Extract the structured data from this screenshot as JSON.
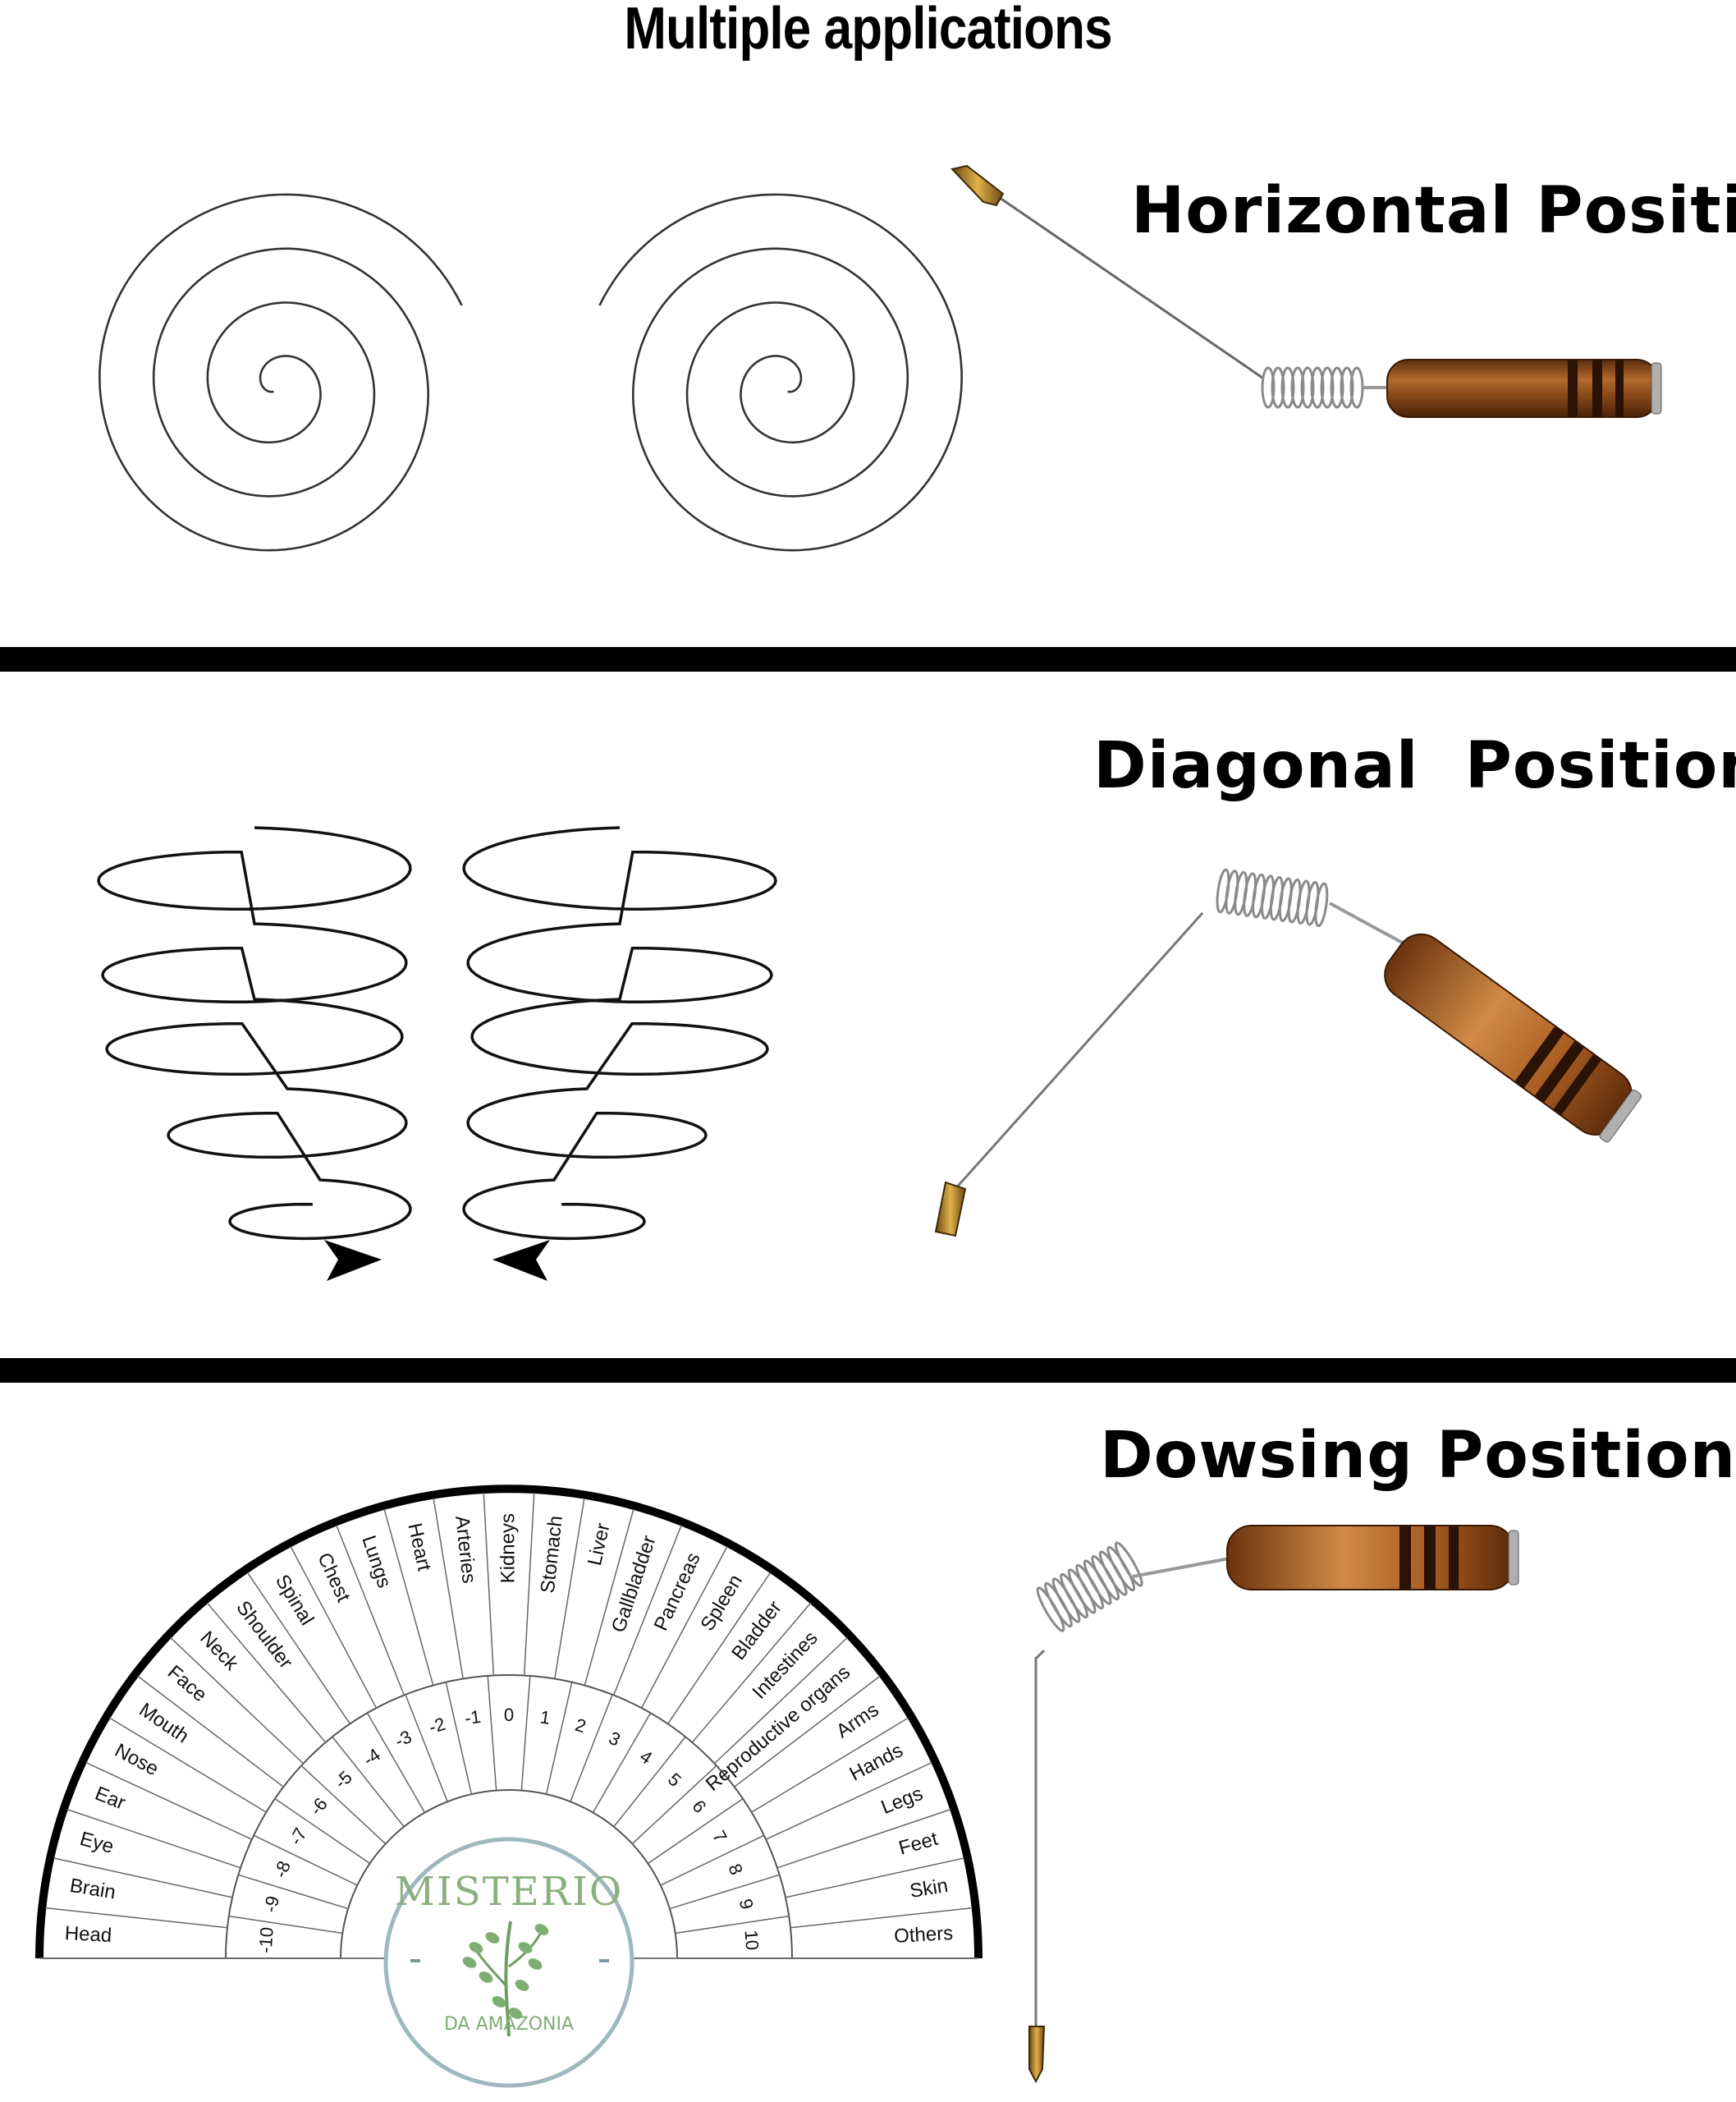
{
  "title": "Multiple applications",
  "sections": {
    "horizontal": {
      "heading": "Horizontal Position"
    },
    "diagonal": {
      "heading": "Diagonal  Position"
    },
    "dowsing": {
      "heading": "Dowsing Position"
    }
  },
  "chart_board": {
    "outer_labels": [
      "Head",
      "Brain",
      "Eye",
      "Ear",
      "Nose",
      "Mouth",
      "Face",
      "Neck",
      "Shoulder",
      "Spinal",
      "Chest",
      "Lungs",
      "Heart",
      "Arteries",
      "Kidneys",
      "Stomach",
      "Liver",
      "Gallbladder",
      "Pancreas",
      "Spleen",
      "Bladder",
      "Intestines",
      "Reproductive organs",
      "Arms",
      "Hands",
      "Legs",
      "Feet",
      "Skin",
      "Others"
    ],
    "scale_labels": [
      "-10",
      "-9",
      "-8",
      "-7",
      "-6",
      "-5",
      "-4",
      "-3",
      "-2",
      "-1",
      "0",
      "1",
      "2",
      "3",
      "4",
      "5",
      "6",
      "7",
      "8",
      "9",
      "10"
    ]
  },
  "logo": {
    "top_text": "MISTERIO",
    "bottom_text": "DA AMAZONIA"
  },
  "colors": {
    "wood": "#8a4b1a",
    "wood_light": "#c77a35",
    "brass": "#b8862a",
    "logo_green": "#7fae74",
    "logo_ring": "#9fb8bd"
  },
  "icons": [
    "spiral-icon",
    "helix-icon",
    "dowsing-rod-icon",
    "radionic-chart-icon",
    "leaf-logo-icon"
  ]
}
